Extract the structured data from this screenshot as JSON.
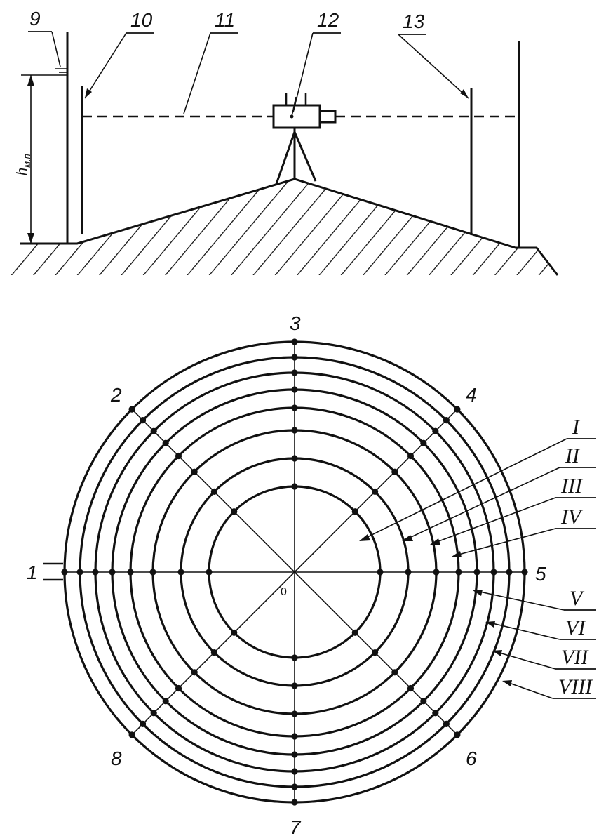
{
  "side_view": {
    "callouts": [
      "9",
      "10",
      "11",
      "12",
      "13"
    ],
    "height_label": "h",
    "height_subscript": "м.п"
  },
  "plan_view": {
    "directions": [
      "1",
      "2",
      "3",
      "4",
      "5",
      "6",
      "7",
      "8"
    ],
    "center_label": "0",
    "rings": [
      "I",
      "II",
      "III",
      "IV",
      "V",
      "VI",
      "VII",
      "VIII"
    ]
  },
  "colors": {
    "ink": "#111111",
    "background": "#ffffff"
  }
}
